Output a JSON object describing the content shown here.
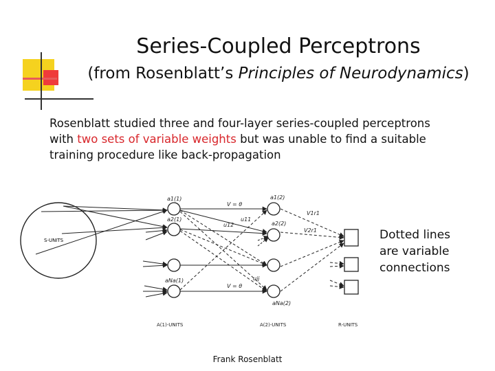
{
  "slide": {
    "title": "Series-Coupled Perceptrons",
    "subtitle_prefix": "(from Rosenblatt’s ",
    "subtitle_italic": "Principles of Neurodynamics",
    "subtitle_suffix": ")",
    "body_line1": "Rosenblatt studied three and four-layer series-coupled perceptrons",
    "body_line2_prefix": "with ",
    "body_line2_highlight": "two sets of variable weights",
    "body_line2_suffix": " but was unable to find a suitable",
    "body_line3": "training procedure like back-propagation",
    "note_lines": [
      "Dotted lines",
      "are variable",
      "connections"
    ],
    "footer": "Frank Rosenblatt"
  },
  "colors": {
    "highlight": "#d8262b",
    "accent_yellow": "#f5d21f",
    "accent_red": "#ef3b3b"
  },
  "diagram": {
    "s_units_label": "S-UNITS",
    "a1_label": "A(1)-UNITS",
    "a2_label": "A(2)-UNITS",
    "r_label": "R-UNITS",
    "node_labels_a1": [
      "a1(1)",
      "a2(1)",
      "aNa(1)"
    ],
    "node_labels_a2": [
      "a1(2)",
      "a2(2)",
      "aNa(2)"
    ],
    "weight_labels": [
      "V = θ",
      "u11",
      "u12",
      "V = θ",
      "V1r1",
      "V2r1",
      "uij"
    ]
  }
}
